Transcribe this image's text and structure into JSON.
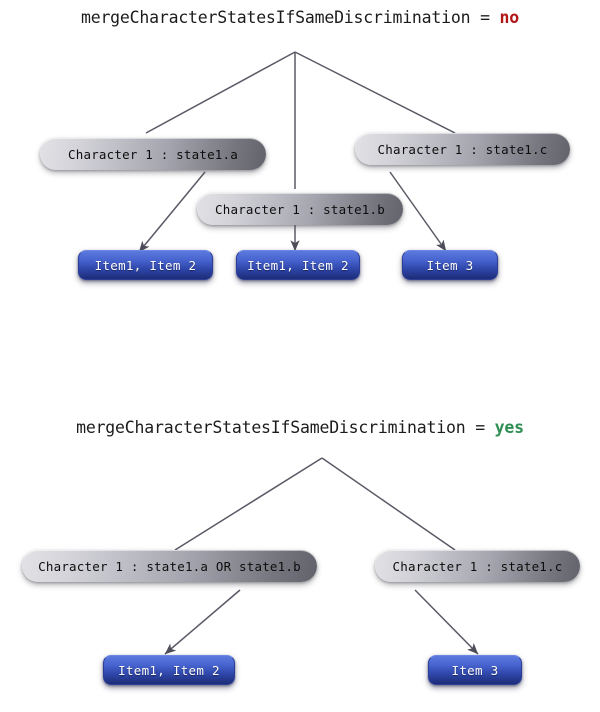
{
  "page": {
    "background": "#ffffff",
    "edge_color": "#5a5a66",
    "gray_node_colors": [
      "#e2e2e6",
      "#62626c"
    ],
    "blue_node_colors": [
      "#5b79dd",
      "#1d2c78"
    ]
  },
  "diagrams": [
    {
      "id": "no",
      "title": {
        "setting": "mergeCharacterStatesIfSameDiscrimination",
        "equals": "=",
        "value": "no",
        "value_color": "#b01818"
      },
      "character_nodes": [
        {
          "label": "Character 1 : state1.a"
        },
        {
          "label": "Character 1 : state1.b"
        },
        {
          "label": "Character 1 : state1.c"
        }
      ],
      "item_nodes": [
        {
          "label": "Item1, Item 2"
        },
        {
          "label": "Item1, Item 2"
        },
        {
          "label": "Item 3"
        }
      ]
    },
    {
      "id": "yes",
      "title": {
        "setting": "mergeCharacterStatesIfSameDiscrimination",
        "equals": "=",
        "value": "yes",
        "value_color": "#2f8f53"
      },
      "character_nodes": [
        {
          "label": "Character 1 : state1.a OR state1.b"
        },
        {
          "label": "Character 1 : state1.c"
        }
      ],
      "item_nodes": [
        {
          "label": "Item1, Item 2"
        },
        {
          "label": "Item 3"
        }
      ]
    }
  ]
}
